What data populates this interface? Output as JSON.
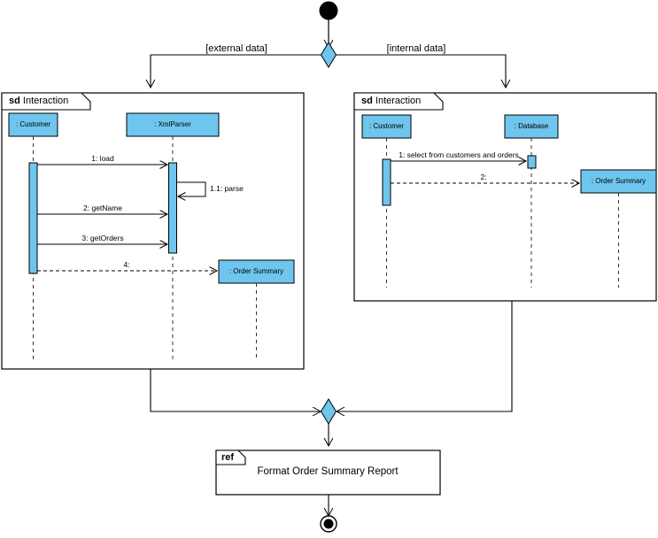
{
  "diagram": {
    "type": "uml-interaction-overview-diagram",
    "colors": {
      "fill_blue": "#6ec6ee",
      "fill_blue_alt": "#76cdf0",
      "stroke": "#000000",
      "background": "#ffffff"
    },
    "nodes": {
      "initial_node": "initial-node",
      "decision_node": "decision-diamond",
      "merge_node": "merge-diamond",
      "final_node": "activity-final-node"
    },
    "guards": {
      "left": "[external data]",
      "right": "[internal data]"
    },
    "frames": [
      {
        "id": "left-interaction-frame",
        "keyword": "sd",
        "name": "Interaction",
        "lifelines": [
          {
            "id": "customer",
            "label": ": Customer"
          },
          {
            "id": "xmlparser",
            "label": ": XmlParser"
          },
          {
            "id": "ordersummary",
            "label": ": Order Summary"
          }
        ],
        "messages": [
          {
            "seq": "1",
            "label": "1: load",
            "kind": "sync",
            "from": "customer",
            "to": "xmlparser"
          },
          {
            "seq": "1.1",
            "label": "1.1: parse",
            "kind": "self",
            "from": "xmlparser",
            "to": "xmlparser"
          },
          {
            "seq": "2",
            "label": "2: getName",
            "kind": "sync",
            "from": "customer",
            "to": "xmlparser"
          },
          {
            "seq": "3",
            "label": "3: getOrders",
            "kind": "sync",
            "from": "customer",
            "to": "xmlparser"
          },
          {
            "seq": "4",
            "label": "4:",
            "kind": "create",
            "from": "customer",
            "to": "ordersummary"
          }
        ]
      },
      {
        "id": "right-interaction-frame",
        "keyword": "sd",
        "name": "Interaction",
        "lifelines": [
          {
            "id": "customer",
            "label": ": Customer"
          },
          {
            "id": "database",
            "label": ": Database"
          },
          {
            "id": "ordersummary",
            "label": ": Order Summary"
          }
        ],
        "messages": [
          {
            "seq": "1",
            "label": "1: select from customers and orders",
            "kind": "sync",
            "from": "customer",
            "to": "database"
          },
          {
            "seq": "2",
            "label": "2:",
            "kind": "create",
            "from": "customer",
            "to": "ordersummary"
          }
        ]
      }
    ],
    "ref_frame": {
      "id": "ref-frame",
      "keyword": "ref",
      "title": "Format Order Summary Report"
    }
  }
}
